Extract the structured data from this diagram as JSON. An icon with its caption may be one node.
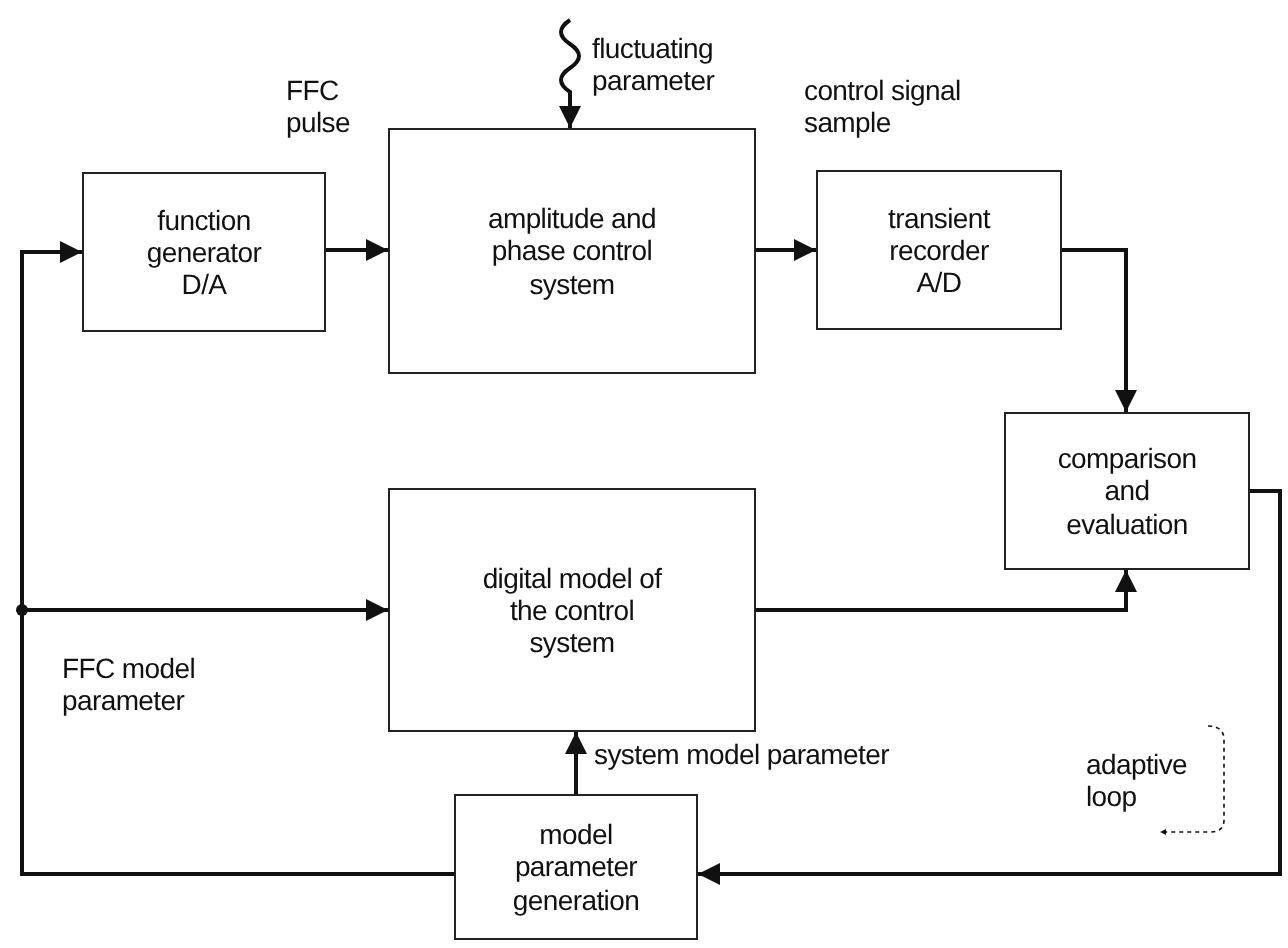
{
  "diagram": {
    "nodes": [
      {
        "text": [
          "function generator D/A"
        ]
      },
      {
        "text": [
          "amplitude and phase control system"
        ]
      },
      {
        "text": [
          "transient recorder A/D"
        ]
      },
      {
        "text": [
          "comparison and evaluation"
        ]
      },
      {
        "text": [
          "digital model of the control system"
        ]
      },
      {
        "text": [
          "model parameter generation"
        ]
      }
    ],
    "edges": [
      {
        "from": 0,
        "to": 1,
        "arrow": "to",
        "label": "FFC pulse"
      },
      {
        "from": null,
        "to": 1,
        "arrow": "to",
        "label": "fluctuating parameter"
      },
      {
        "from": 1,
        "to": 2,
        "arrow": "to",
        "label": "control signal sample"
      },
      {
        "from": 2,
        "to": 3,
        "arrow": "to"
      },
      {
        "from": 4,
        "to": 3,
        "arrow": "to"
      },
      {
        "from": 3,
        "to": 5,
        "arrow": "to"
      },
      {
        "from": 5,
        "to": 0,
        "arrow": "to"
      },
      {
        "from": 5,
        "to": 4,
        "arrow": "to",
        "label": "FFC model parameter"
      },
      {
        "from": 5,
        "to": 4,
        "arrow": "to",
        "label": "system model parameter"
      }
    ],
    "labels": [
      "adaptive loop"
    ]
  }
}
